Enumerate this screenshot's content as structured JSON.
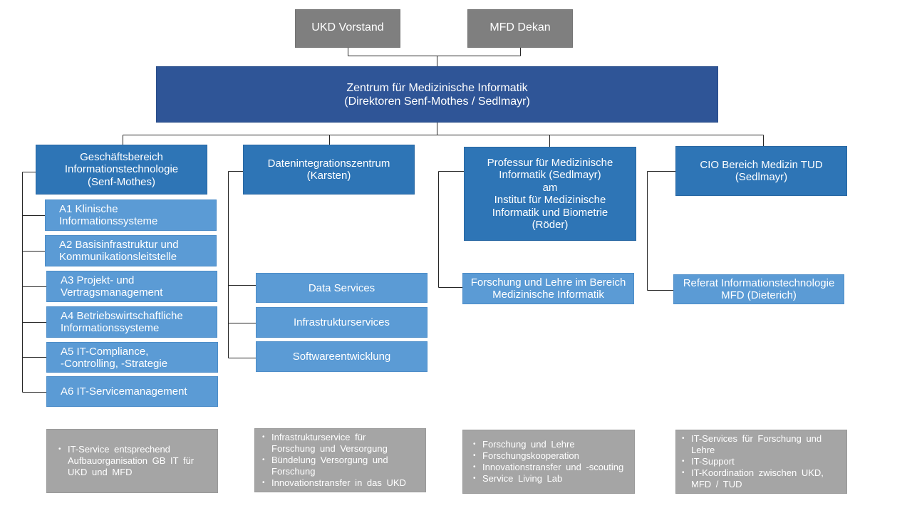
{
  "leadership": {
    "ukd_vorstand": "UKD Vorstand",
    "mfd_dekan": "MFD Dekan"
  },
  "center": {
    "label": "Zentrum für Medizinische Informatik\n(Direktoren Senf-Mothes / Sedlmayr)"
  },
  "columns": [
    {
      "head": "Geschäftsbereich\nInformationstechnologie\n(Senf-Mothes)",
      "units": [
        "A1 Klinische\nInformationssysteme",
        "A2 Basisinfrastruktur und\nKommunikationsleitstelle",
        "A3 Projekt- und\nVertragsmanagement",
        "A4 Betriebswirtschaftliche\nInformationssysteme",
        "A5 IT-Compliance,\n-Controlling, -Strategie",
        "A6 IT-Servicemanagement"
      ],
      "tasks": [
        "IT-Service entsprechend Aufbauorganisation GB IT für UKD und MFD"
      ]
    },
    {
      "head": "Datenintegrationszentrum\n(Karsten)",
      "units": [
        "Data Services",
        "Infrastrukturservices",
        "Softwareentwicklung"
      ],
      "tasks": [
        "Infrastrukturservice für Forschung und Versorgung",
        "Bündelung Versorgung und Forschung",
        "Innovationstransfer in das UKD"
      ]
    },
    {
      "head": "Professur für Medizinische\nInformatik (Sedlmayr)\nam\nInstitut für Medizinische\nInformatik und Biometrie\n(Röder)",
      "units": [
        "Forschung und Lehre im Bereich\nMedizinische Informatik"
      ],
      "tasks": [
        "Forschung und Lehre",
        "Forschungskooperation",
        "Innovationstransfer und -scouting",
        "Service Living Lab"
      ]
    },
    {
      "head": "CIO Bereich Medizin TUD\n(Sedlmayr)",
      "units": [
        "Referat Informationstechnologie\nMFD (Dieterich)"
      ],
      "tasks": [
        "IT-Services für Forschung und Lehre",
        "IT-Support",
        "IT-Koordination zwischen UKD, MFD / TUD"
      ]
    }
  ],
  "colors": {
    "leadership": "#7f7f7f",
    "center": "#2f5597",
    "division": "#2e75b6",
    "unit": "#5b9bd5",
    "tasks": "#a5a5a5",
    "connector": "#262626",
    "text": "#ffffff"
  }
}
